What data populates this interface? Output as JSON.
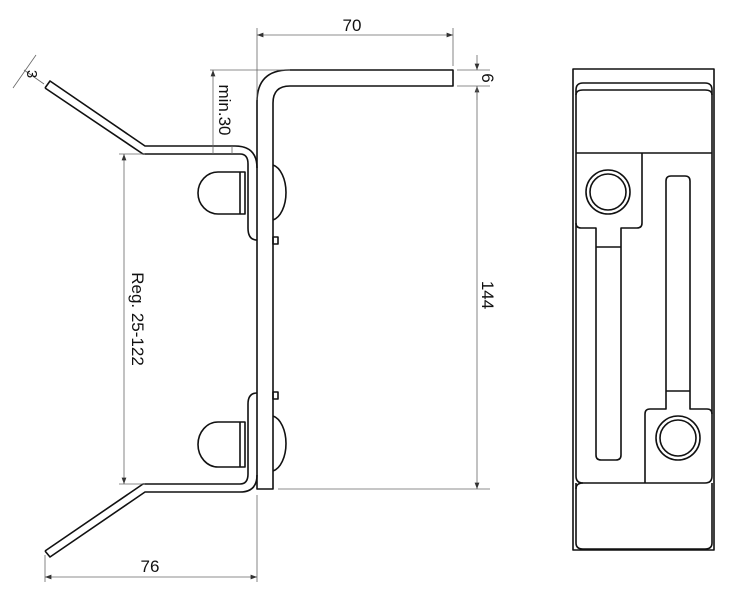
{
  "dimensions": {
    "width_top": "70",
    "thickness_top": "6",
    "min_clearance": "min.30",
    "range": "Reg. 25-122",
    "height": "144",
    "width_bottom": "76",
    "clamp_thickness": "3"
  },
  "colors": {
    "line": "#111111",
    "dimension": "#666666"
  }
}
